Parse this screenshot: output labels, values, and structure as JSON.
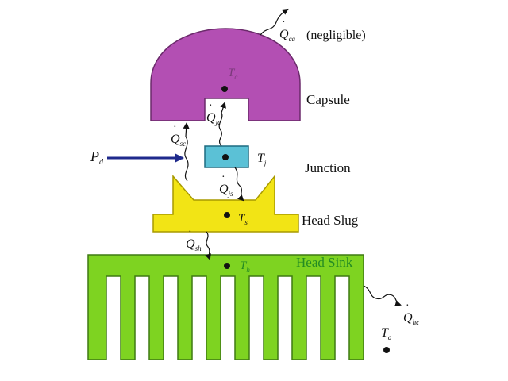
{
  "colors": {
    "capsule": "#b34fb3",
    "junction": "#5bc1d6",
    "head_slug": "#f2e415",
    "heat_sink": "#7ed321",
    "input_arrow": "#1f2a8c",
    "heat_sink_label": "#238b23"
  },
  "labels": {
    "capsule": "Capsule",
    "junction": "Junction",
    "head_slug": "Head Slug",
    "heat_sink": "Head Sink",
    "negligible": "(negligible)"
  },
  "symbols": {
    "q_ca": {
      "base": "Q",
      "sub": "ca"
    },
    "q_jc": {
      "base": "Q",
      "sub": "jc"
    },
    "q_sc": {
      "base": "Q",
      "sub": "sc"
    },
    "q_js": {
      "base": "Q",
      "sub": "js"
    },
    "q_sh": {
      "base": "Q",
      "sub": "sh"
    },
    "q_hc": {
      "base": "Q",
      "sub": "hc"
    },
    "p_d": {
      "base": "P",
      "sub": "d"
    },
    "t_c": {
      "base": "T",
      "sub": "c"
    },
    "t_j": {
      "base": "T",
      "sub": "j"
    },
    "t_s": {
      "base": "T",
      "sub": "s"
    },
    "t_h": {
      "base": "T",
      "sub": "h"
    },
    "t_a": {
      "base": "T",
      "sub": "a"
    }
  }
}
